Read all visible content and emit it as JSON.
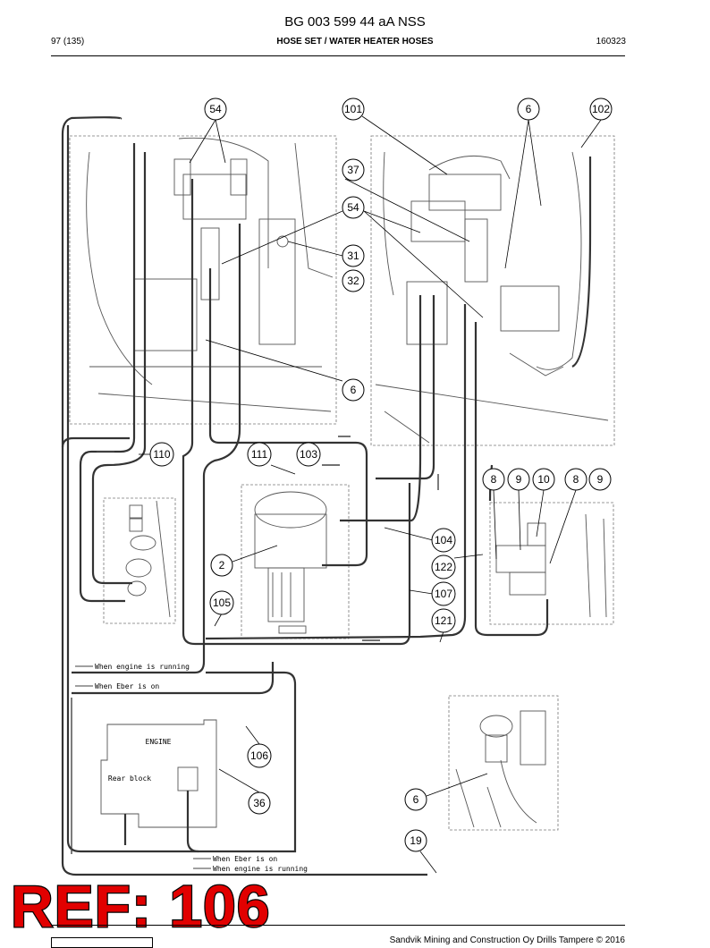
{
  "header": {
    "doc_number": "BG 003 599 44 aA NSS",
    "page": "97 (135)",
    "section_title": "HOSE SET / WATER HEATER HOSES",
    "date_code": "160323"
  },
  "callouts": [
    "54",
    "101",
    "6",
    "102",
    "37",
    "54",
    "31",
    "32",
    "6",
    "110",
    "111",
    "103",
    "8",
    "9",
    "10",
    "8",
    "9",
    "104",
    "2",
    "122",
    "107",
    "105",
    "121",
    "106",
    "36",
    "6",
    "19"
  ],
  "legend": {
    "engine_running": "When engine is running",
    "eber_on": "When Eber is on"
  },
  "engine_diagram": {
    "engine_label": "ENGINE",
    "rear_block_label": "Rear block"
  },
  "stamp": "REF: 106",
  "footer": {
    "copyright": "Sandvik Mining and Construction Oy Drills Tampere © 2016"
  },
  "colors": {
    "stamp_red": "#e10000",
    "line": "#000000"
  }
}
